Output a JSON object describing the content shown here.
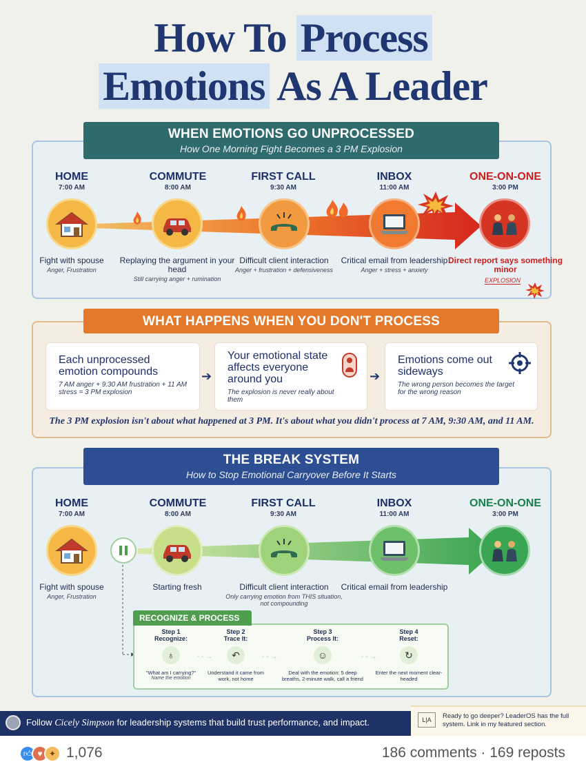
{
  "title": {
    "line1_a": "How To ",
    "line1_b": "Process",
    "line2_a": "Emotions",
    "line2_b": " As A Leader"
  },
  "unprocessed": {
    "title": "WHEN EMOTIONS GO UNPROCESSED",
    "subtitle": "How One Morning Fight Becomes a 3 PM Explosion",
    "stages": [
      {
        "name": "HOME",
        "time": "7:00 AM",
        "desc": "Fight with spouse",
        "emotion": "Anger, Frustration",
        "icon": "house-icon"
      },
      {
        "name": "COMMUTE",
        "time": "8:00 AM",
        "desc": "Replaying the argument in your head",
        "emotion": "Still carrying anger + rumination",
        "icon": "car-icon"
      },
      {
        "name": "FIRST CALL",
        "time": "9:30 AM",
        "desc": "Difficult client interaction",
        "emotion": "Anger + frustration + defensiveness",
        "icon": "phone-icon"
      },
      {
        "name": "INBOX",
        "time": "11:00 AM",
        "desc": "Critical email from leadership",
        "emotion": "Anger + stress + anxiety",
        "icon": "laptop-icon"
      },
      {
        "name": "ONE-ON-ONE",
        "time": "3:00 PM",
        "desc": "Direct report says something minor",
        "emotion": "EXPLOSION",
        "icon": "meeting-icon"
      }
    ]
  },
  "dont_process": {
    "title": "WHAT HAPPENS WHEN YOU DON'T PROCESS",
    "cards": [
      {
        "title": "Each unprocessed emotion compounds",
        "sub": "7 AM anger + 9:30 AM frustration + 11 AM stress = 3 PM explosion"
      },
      {
        "title": "Your emotional state affects everyone around you",
        "sub": "The explosion is never really about them"
      },
      {
        "title": "Emotions come out sideways",
        "sub": "The wrong person becomes the target for the wrong reason"
      }
    ],
    "quote": "The 3 PM explosion isn't about what happened at 3 PM. It's about what you didn't process at 7 AM, 9:30 AM, and 11 AM."
  },
  "break_system": {
    "title": "THE BREAK SYSTEM",
    "subtitle": "How to Stop Emotional Carryover Before It Starts",
    "stages": [
      {
        "name": "HOME",
        "time": "7:00 AM",
        "desc": "Fight with spouse",
        "emotion": "Anger, Frustration"
      },
      {
        "name": "COMMUTE",
        "time": "8:00 AM",
        "desc": "Starting fresh",
        "emotion": ""
      },
      {
        "name": "FIRST CALL",
        "time": "9:30 AM",
        "desc": "Difficult client interaction",
        "emotion": "Only carrying emotion from THIS situation, not compounding"
      },
      {
        "name": "INBOX",
        "time": "11:00 AM",
        "desc": "Critical email from leadership",
        "emotion": ""
      },
      {
        "name": "ONE-ON-ONE",
        "time": "3:00 PM",
        "desc": "",
        "emotion": ""
      }
    ],
    "recognize_title": "RECOGNIZE & PROCESS",
    "steps": [
      {
        "head": "Step 1",
        "label": "Recognize:",
        "desc": "\"What am I carrying?\"",
        "note": "Name the emotion"
      },
      {
        "head": "Step 2",
        "label": "Trace It:",
        "desc": "Understand it came from work, not home",
        "note": ""
      },
      {
        "head": "Step 3",
        "label": "Process It:",
        "desc": "Deal with the emotion: 5 deep breaths, 2-minute walk, call a friend",
        "note": ""
      },
      {
        "head": "Step 4",
        "label": "Reset:",
        "desc": "Enter the next moment clear-headed",
        "note": ""
      }
    ]
  },
  "footer": {
    "follow_prefix": "Follow ",
    "author": "Cicely Simpson",
    "follow_suffix": " for leadership systems that build trust performance, and impact.",
    "logo": "L|A",
    "cta": "Ready to go deeper? LeaderOS has the full system. Link in my featured section."
  },
  "social": {
    "reaction_count": "1,076",
    "comments_reposts": "186 comments · 169 reposts"
  },
  "colors": {
    "navy": "#1f3670",
    "teal_banner": "#2f6b6d",
    "orange_banner": "#e4782b",
    "blue_banner": "#2e4e93",
    "red": "#c81e1e",
    "green": "#18804a"
  }
}
